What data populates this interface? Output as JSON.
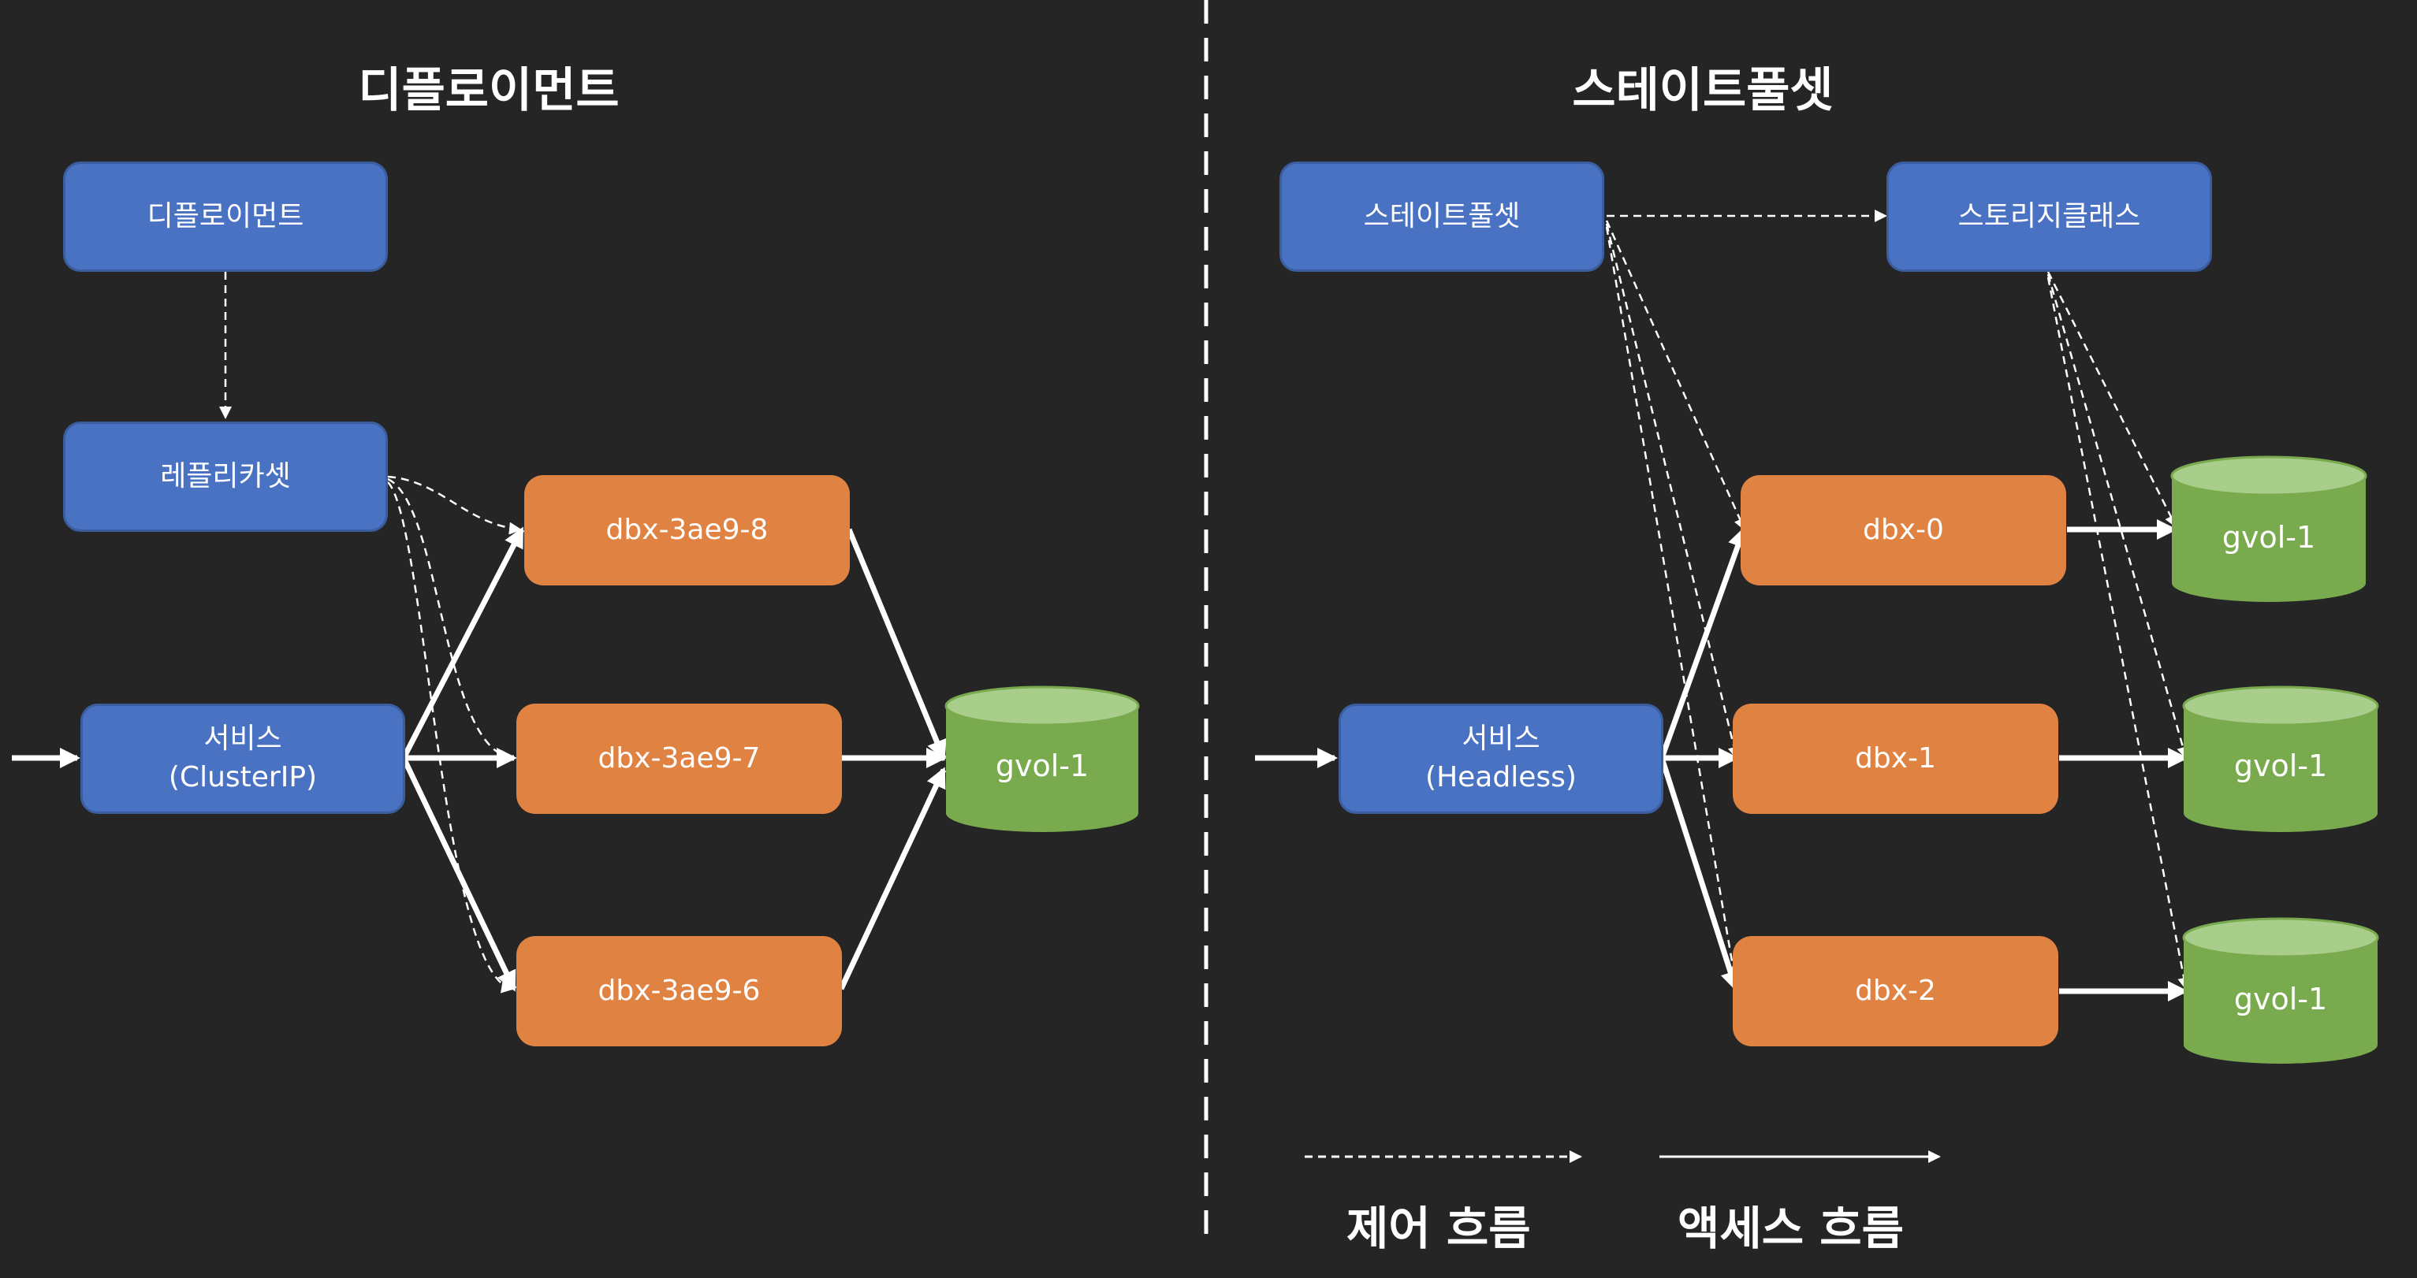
{
  "left_panel": {
    "title": "디플로이먼트",
    "deployment": "디플로이먼트",
    "replicaset": "레플리카셋",
    "service": {
      "line1": "서비스",
      "line2": "(ClusterIP)"
    },
    "pods": [
      "dbx-3ae9-8",
      "dbx-3ae9-7",
      "dbx-3ae9-6"
    ],
    "volume": "gvol-1"
  },
  "right_panel": {
    "title": "스테이트풀셋",
    "statefulset": "스테이트풀셋",
    "storageclass": "스토리지클래스",
    "service": {
      "line1": "서비스",
      "line2": "(Headless)"
    },
    "pods": [
      "dbx-0",
      "dbx-1",
      "dbx-2"
    ],
    "volumes": [
      "gvol-1",
      "gvol-1",
      "gvol-1"
    ]
  },
  "legend": {
    "control_flow": "제어 흐름",
    "access_flow": "액세스 흐름"
  },
  "colors": {
    "background": "#252525",
    "controller_box": "#4a72c2",
    "pod_box": "#e08242",
    "volume": "#7aaa4e",
    "volume_top": "#a9cd8b",
    "arrow": "#ffffff"
  }
}
